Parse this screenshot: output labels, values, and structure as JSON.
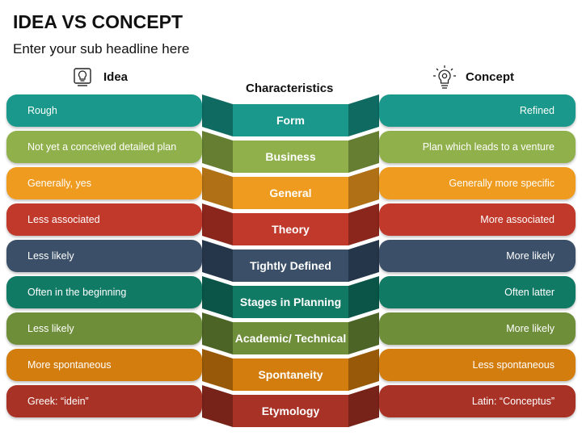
{
  "title": "IDEA VS CONCEPT",
  "subtitle": "Enter your sub headline here",
  "headers": {
    "idea": "Idea",
    "characteristics": "Characteristics",
    "concept": "Concept"
  },
  "icons": {
    "idea": "lightbulb-icon",
    "concept": "lightbulb-gear-icon"
  },
  "rows": [
    {
      "characteristic": "Form",
      "idea": "Rough",
      "concept": "Refined",
      "color": "#19988B",
      "dark": "#0F6B62"
    },
    {
      "characteristic": "Business",
      "idea": "Not yet a conceived detailed plan",
      "concept": "Plan which leads to a venture",
      "color": "#8FB04A",
      "dark": "#667E32"
    },
    {
      "characteristic": "General",
      "idea": "Generally, yes",
      "concept": "Generally more specific",
      "color": "#EE9B1F",
      "dark": "#B07015"
    },
    {
      "characteristic": "Theory",
      "idea": "Less associated",
      "concept": "More associated",
      "color": "#C0392B",
      "dark": "#8A261C"
    },
    {
      "characteristic": "Tightly Defined",
      "idea": "Less likely",
      "concept": "More likely",
      "color": "#3B5068",
      "dark": "#26364A"
    },
    {
      "characteristic": "Stages in Planning",
      "idea": "Often in the beginning",
      "concept": "Often latter",
      "color": "#117A65",
      "dark": "#0A5547"
    },
    {
      "characteristic": "Academic/ Technical",
      "idea": "Less likely",
      "concept": "More likely",
      "color": "#6E8E3A",
      "dark": "#4D6427"
    },
    {
      "characteristic": "Spontaneity",
      "idea": "More spontaneous",
      "concept": "Less spontaneous",
      "color": "#D27D0E",
      "dark": "#985A09"
    },
    {
      "characteristic": "Etymology",
      "idea": "Greek: “idein”",
      "concept": "Latin: “Conceptus”",
      "color": "#A93226",
      "dark": "#78231A"
    }
  ]
}
